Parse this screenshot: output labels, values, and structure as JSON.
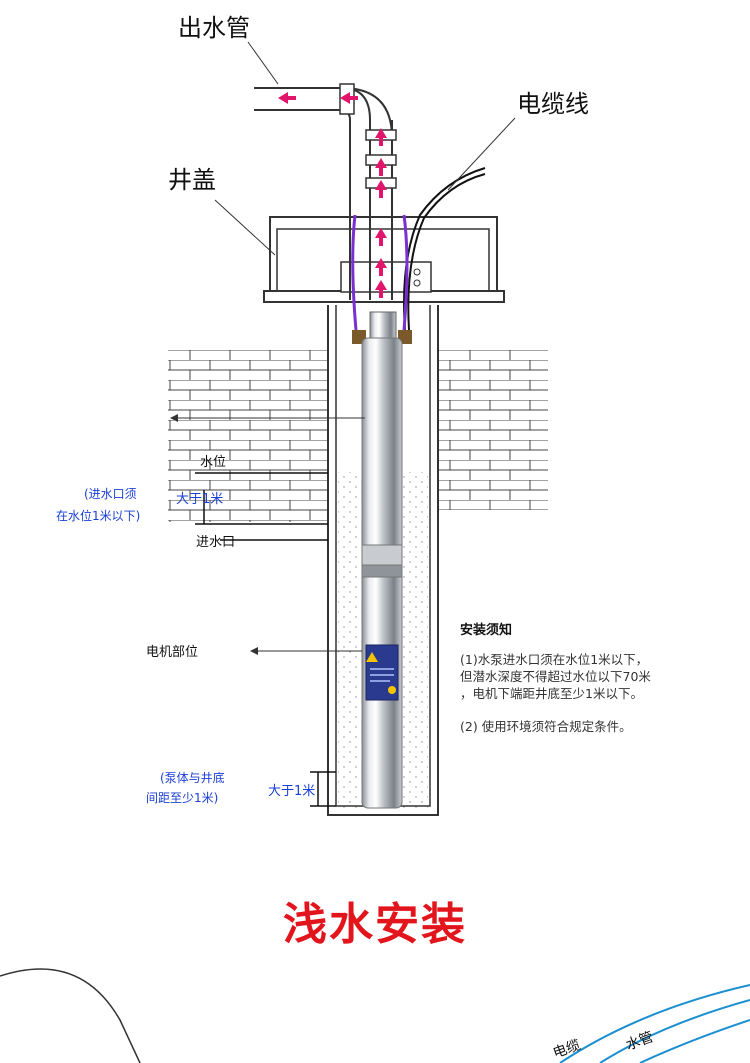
{
  "labels": {
    "outlet_pipe": "出水管",
    "cable": "电缆线",
    "well_cover": "井盖",
    "water_level": "水位",
    "greater_1m_top": "大于1米",
    "inlet_note_line1": "(进水口须",
    "inlet_note_line2": "在水位1米以下)",
    "inlet": "进水口",
    "motor": "电机部位",
    "bottom_note_line1": "(泵体与井底",
    "bottom_note_line2": "间距至少1米)",
    "greater_1m_bottom": "大于1米"
  },
  "notes": {
    "heading": "安装须知",
    "item1": "(1)水泵进水口须在水位1米以下，\n但潜水深度不得超过水位以下70米\n，电机下端距井底至少1米以下。",
    "item2": "(2) 使用环境须符合规定条件。"
  },
  "title": "浅水安装",
  "bottom_partial": {
    "cable": "电缆",
    "pipe": "水管"
  },
  "colors": {
    "title_red": "#e1151b",
    "note_blue": "#1a3fd6",
    "arrow_magenta": "#e0156b",
    "strap_purple": "#7a2fd0",
    "label_plate_blue": "#2a3a8f",
    "line": "#222222"
  }
}
